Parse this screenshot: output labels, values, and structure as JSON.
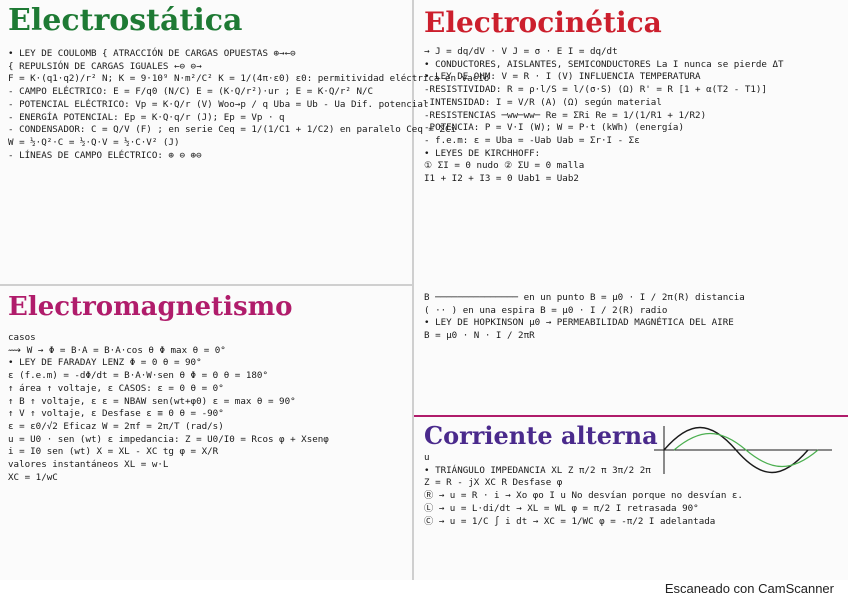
{
  "colors": {
    "electrostatica_title": "#1e7a34",
    "electrocinetica_title": "#cc1f2d",
    "electromagnetismo_title": "#b01c6b",
    "corriente_alterna_title": "#4a2a8c",
    "box_green": "#4caf50",
    "box_red": "#e53935",
    "box_pink": "#d81b60",
    "box_purple": "#6a3fb5",
    "ink": "#1a1a1a"
  },
  "quadrants": {
    "electrostatica": {
      "title": "Electrostática",
      "lines": [
        "• LEY DE COULOMB { ATRACCIÓN DE CARGAS OPUESTAS ⊕→←⊖",
        "                 { REPULSIÓN DE CARGAS IGUALES ←⊖  ⊖→",
        "F = K·(q1·q2)/r² N;  K = 9·10⁹ N·m²/C²    K = 1/(4π·ε0)  ε0: permitividad eléctrica en vacío",
        "- CAMPO ELÉCTRICO:  E = F/q0 (N/C)   E = (K·Q/r²)·ur ;  E = K·Q/r²  N/C",
        "- POTENCIAL ELÉCTRICO:  Vp = K·Q/r (V)   Woo→p / q    Uba = Ub - Ua   Dif. potencial",
        "- ENERGÍA POTENCIAL:  Ep = K·Q·q/r (J);  Ep = Vp · q",
        "- CONDENSADOR:  C = Q/V (F) ;  en serie  Ceq = 1/(1/C1 + 1/C2)   en paralelo  Ceq = ΣCi",
        "W = ½·Q²·C = ½·Q·V = ½·C·V² (J)",
        "- LÍNEAS DE CAMPO ELÉCTRICO:  ⊕  ⊖  ⊕⊖"
      ]
    },
    "electrocinetica": {
      "title": "Electrocinética",
      "lines": [
        "→ J = dq/dV · V     J = σ · E      I = dq/dt",
        "• CONDUCTORES, AISLANTES, SEMICONDUCTORES    La I nunca se pierde  ΔT",
        "• LEY DE OHM:  V = R · I (V)          INFLUENCIA TEMPERATURA",
        "-RESISTIVIDAD:  R = ρ·l/S = l/(σ·S) (Ω)     R' = R [1 + α(T2 - T1)]",
        "-INTENSIDAD:  I = V/R (A)           (Ω)  según material",
        "-RESISTENCIAS  ─ww─ww─   Re = ΣRi      Re = 1/(1/R1 + 1/R2)",
        "-POTENCIA:  P = V·I (W);  W = P·t (kWh) (energía)",
        "- f.e.m:  ε = Uba = -Uab             Uab = Σr·I - Σε",
        "• LEYES DE KIRCHHOFF:",
        "① ΣI = 0  nudo          ② ΣU = 0  malla",
        "I1 + I2 + I3 = 0                         Uab1 = Uab2"
      ]
    },
    "electromagnetismo": {
      "title": "Electromagnetismo",
      "lines": [
        "                                  casos",
        "⟿ W → Φ = B·A = B·A·cos θ       Φ max  θ = 0°",
        "           • LEY DE FARADAY LENZ  Φ = 0  θ = 90°",
        "ε (f.e.m) = -dΦ/dt = B·A·W·sen θ  Φ = Θ  θ = 180°",
        "↑ área  ↑ voltaje, ε              CASOS: ε = 0  θ = 0°",
        "↑ B  ↑ voltaje, ε    ε = NBAW sen(wt+φ0)  ε = max  θ = 90°",
        "↑ V  ↑ voltaje, ε          Desfase        ε ≡ 0  θ = -90°",
        "ε = ε0/√2  Eficaz   W = 2πf = 2π/T (rad/s)",
        "u = U0 · sen (wt)   ε impedancia:  Z = U0/I0 = Rcos φ + Xsenφ",
        "i = I0 sen (wt)      X = XL - XC      tg φ = X/R",
        "valores instantáneos     XL = w·L",
        "                         XC = 1/wC"
      ]
    },
    "magnetico": {
      "lines": [
        "B  ───────────────  en un punto  B = μ0 · I / 2π(R)  distancia",
        "",
        "( ·· )  en una espira  B = μ0 · I / 2(R)  radio",
        "",
        "  • LEY DE HOPKINSON     μ0 → PERMEABILIDAD MAGNÉTICA DEL AIRE",
        "             B = μ0 · N · I / 2πR"
      ]
    },
    "corriente_alterna": {
      "title": "Corriente alterna",
      "lines": [
        "                                        u",
        "• TRIÁNGULO IMPEDANCIA      XL   Z           π/2   π   3π/2   2π",
        "   Z = R - jX               XC   R      Desfase φ",
        "",
        "Ⓡ → u = R · i  → Xo  φo   I  u   No desvían porque no desvían ε.",
        "Ⓛ → u = L·di/dt → XL = WL  φ = π/2   I retrasada 90°",
        "Ⓒ → u = 1/C ∫ i dt → XC = 1/WC  φ = -π/2   I adelantada"
      ]
    }
  },
  "footer": {
    "scanner_text": "Escaneado con CamScanner"
  }
}
